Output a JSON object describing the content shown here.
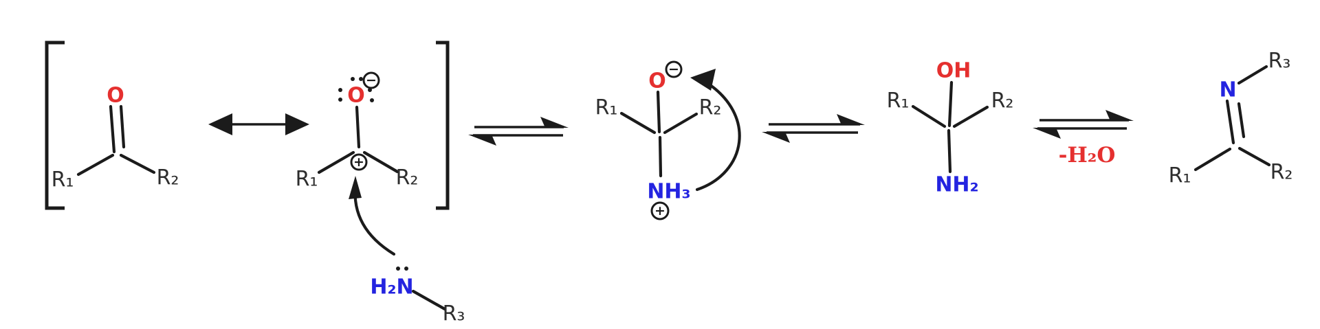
{
  "colors": {
    "oxygen_red": "#e5302f",
    "nitrogen_blue": "#2424e0",
    "bond_black": "#1b1b1b",
    "r_label_gray": "#2d2d2d"
  },
  "bracketed_resonance": {
    "ketone": {
      "oxygen": "O",
      "r1": "R₁",
      "r2": "R₂"
    },
    "oxocarbenium": {
      "oxygen": "O",
      "minus": "−",
      "plus": "+",
      "r1": "R₁",
      "r2": "R₂"
    }
  },
  "amine": {
    "group": "H₂N",
    "r3": "R₃"
  },
  "zwitterion": {
    "oxygen": "O",
    "minus": "−",
    "r1": "R₁",
    "r2": "R₂",
    "ammonium": "NH₃",
    "plus": "+"
  },
  "carbinolamine": {
    "hydroxyl": "OH",
    "r1": "R₁",
    "r2": "R₂",
    "amine": "NH₂"
  },
  "imine": {
    "nitrogen": "N",
    "r1": "R₁",
    "r2": "R₂",
    "r3": "R₃"
  },
  "annotations": {
    "water_loss": "-H₂O"
  }
}
